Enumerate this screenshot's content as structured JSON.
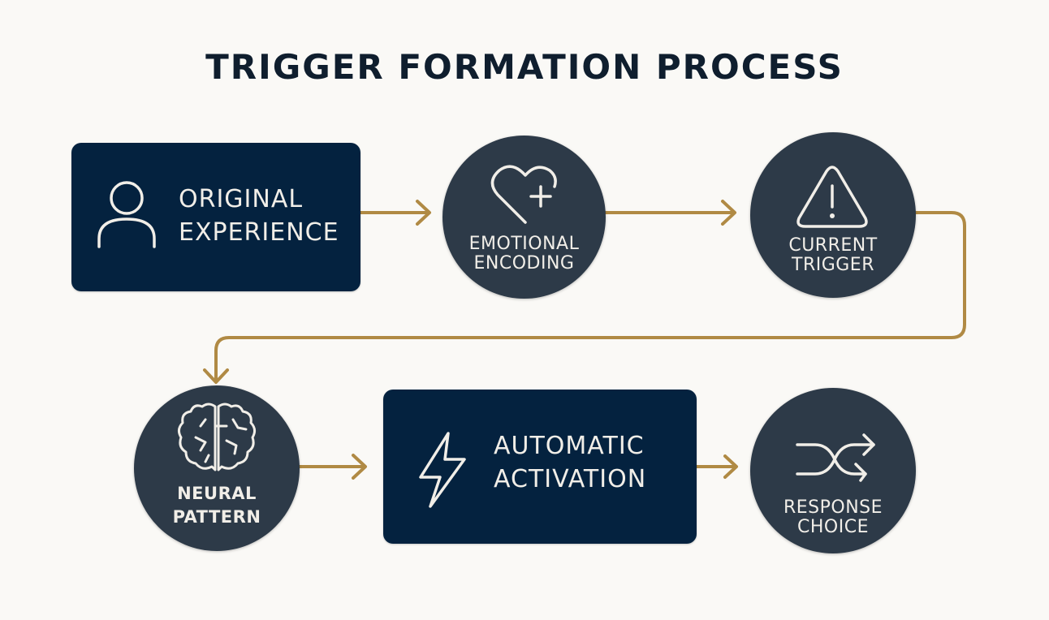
{
  "title": "TRIGGER FORMATION PROCESS",
  "colors": {
    "background": "#faf9f6",
    "box": "#04223f",
    "circle": "#2d3a48",
    "connector": "#b08a44",
    "text": "#f1eee8",
    "title": "#0f1e2e"
  },
  "steps": [
    {
      "id": "original-experience",
      "line1": "ORIGINAL",
      "line2": "EXPERIENCE",
      "icon": "person-icon",
      "shape": "rounded-rectangle"
    },
    {
      "id": "emotional-encoding",
      "line1": "EMOTIONAL",
      "line2": "ENCODING",
      "icon": "heart-plus-icon",
      "shape": "circle"
    },
    {
      "id": "current-trigger",
      "line1": "CURRENT",
      "line2": "TRIGGER",
      "icon": "warning-triangle-icon",
      "shape": "circle"
    },
    {
      "id": "neural-pattern",
      "line1": "NEURAL",
      "line2": "PATTERN",
      "icon": "brain-icon",
      "shape": "circle"
    },
    {
      "id": "automatic-activation",
      "line1": "AUTOMATIC",
      "line2": "ACTIVATION",
      "icon": "lightning-bolt-icon",
      "shape": "rounded-rectangle"
    },
    {
      "id": "response-choice",
      "line1": "RESPONSE",
      "line2": "CHOICE",
      "icon": "shuffle-arrows-icon",
      "shape": "circle"
    }
  ],
  "connections": [
    {
      "from": "original-experience",
      "to": "emotional-encoding"
    },
    {
      "from": "emotional-encoding",
      "to": "current-trigger"
    },
    {
      "from": "current-trigger",
      "to": "neural-pattern"
    },
    {
      "from": "neural-pattern",
      "to": "automatic-activation"
    },
    {
      "from": "automatic-activation",
      "to": "response-choice"
    }
  ]
}
